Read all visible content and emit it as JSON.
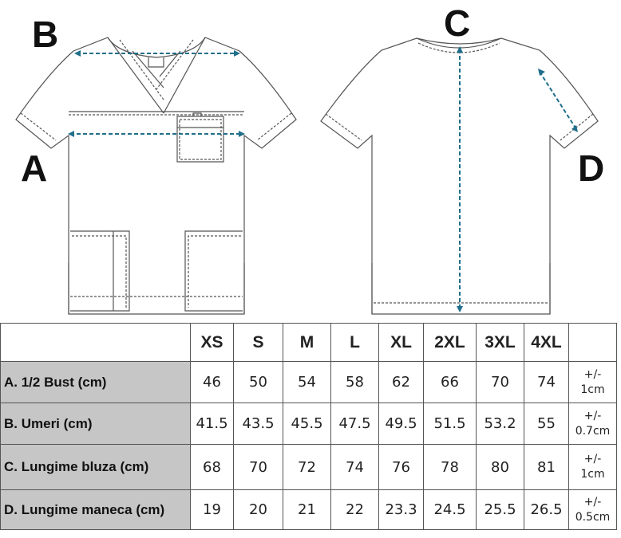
{
  "labels": {
    "a": "A",
    "b": "B",
    "c": "C",
    "d": "D"
  },
  "table": {
    "sizes": [
      "XS",
      "S",
      "M",
      "L",
      "XL",
      "2XL",
      "3XL",
      "4XL"
    ],
    "rows": [
      {
        "label": "A. 1/2 Bust  (cm)",
        "values": [
          "46",
          "50",
          "54",
          "58",
          "62",
          "66",
          "70",
          "74"
        ],
        "tol_sign": "+/-",
        "tol_value": "1cm"
      },
      {
        "label": "B. Umeri  (cm)",
        "values": [
          "41.5",
          "43.5",
          "45.5",
          "47.5",
          "49.5",
          "51.5",
          "53.2",
          "55"
        ],
        "tol_sign": "+/-",
        "tol_value": "0.7cm"
      },
      {
        "label": "C. Lungime bluza (cm)",
        "values": [
          "68",
          "70",
          "72",
          "74",
          "76",
          "78",
          "80",
          "81"
        ],
        "tol_sign": "+/-",
        "tol_value": "1cm"
      },
      {
        "label": "D. Lungime maneca (cm)",
        "values": [
          "19",
          "20",
          "21",
          "22",
          "23.3",
          "24.5",
          "25.5",
          "26.5"
        ],
        "tol_sign": "+/-",
        "tol_value": "0.5cm"
      }
    ]
  },
  "colors": {
    "measure_line": "#1f6f8b",
    "garment_line": "#555555",
    "label_fill": "#c6c6c6"
  }
}
